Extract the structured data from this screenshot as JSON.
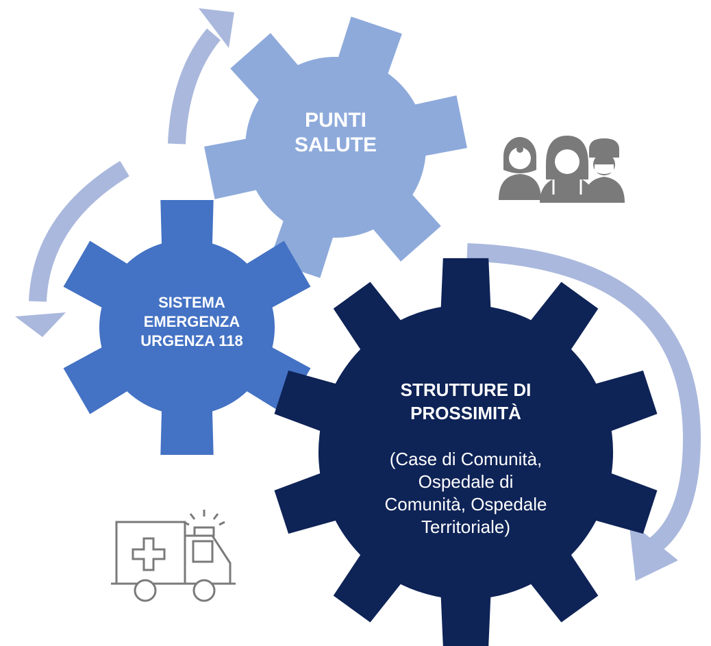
{
  "gears": [
    {
      "id": "punti-salute",
      "lines": [
        "PUNTI",
        "SALUTE"
      ],
      "color": "#8eaadb"
    },
    {
      "id": "sistema-emergenza",
      "lines": [
        "SISTEMA",
        "EMERGENZA",
        "URGENZA 118"
      ],
      "color": "#4472c4"
    },
    {
      "id": "strutture-prossimita",
      "title_lines": [
        "STRUTTURE DI",
        "PROSSIMITÀ"
      ],
      "sub_lines": [
        "(Case di Comunità,",
        "Ospedale di",
        "Comunità, Ospedale",
        "Territoriale)"
      ],
      "color": "#0e2356"
    }
  ],
  "arrow_color": "#aab8dd",
  "icons": [
    "medical-staff-icon",
    "ambulance-icon"
  ],
  "icon_color": "#7a7a7a"
}
